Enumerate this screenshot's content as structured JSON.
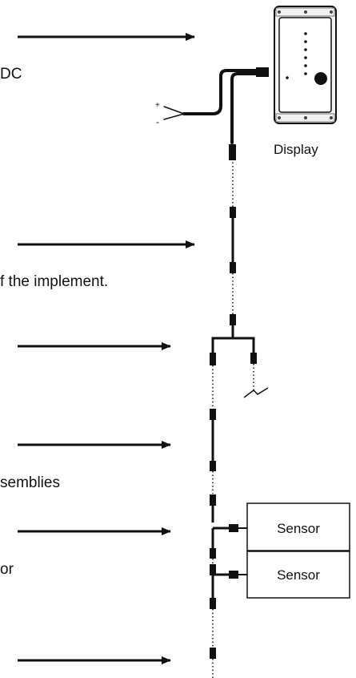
{
  "labels": {
    "fragment_dc": "DC",
    "display": "Display",
    "fragment_implement": "f the implement.",
    "fragment_assemblies": "semblies",
    "fragment_or": "or",
    "sensor_1": "Sensor",
    "sensor_2": "Sensor",
    "plus": "+",
    "minus": "-"
  },
  "icons": {
    "display_unit": "display-module-icon",
    "connector": "connector-icon",
    "cable_break": "cable-break-icon"
  },
  "colors": {
    "stroke": "#111111",
    "display_body": "#f2f2f2",
    "display_panel": "#ffffff"
  }
}
